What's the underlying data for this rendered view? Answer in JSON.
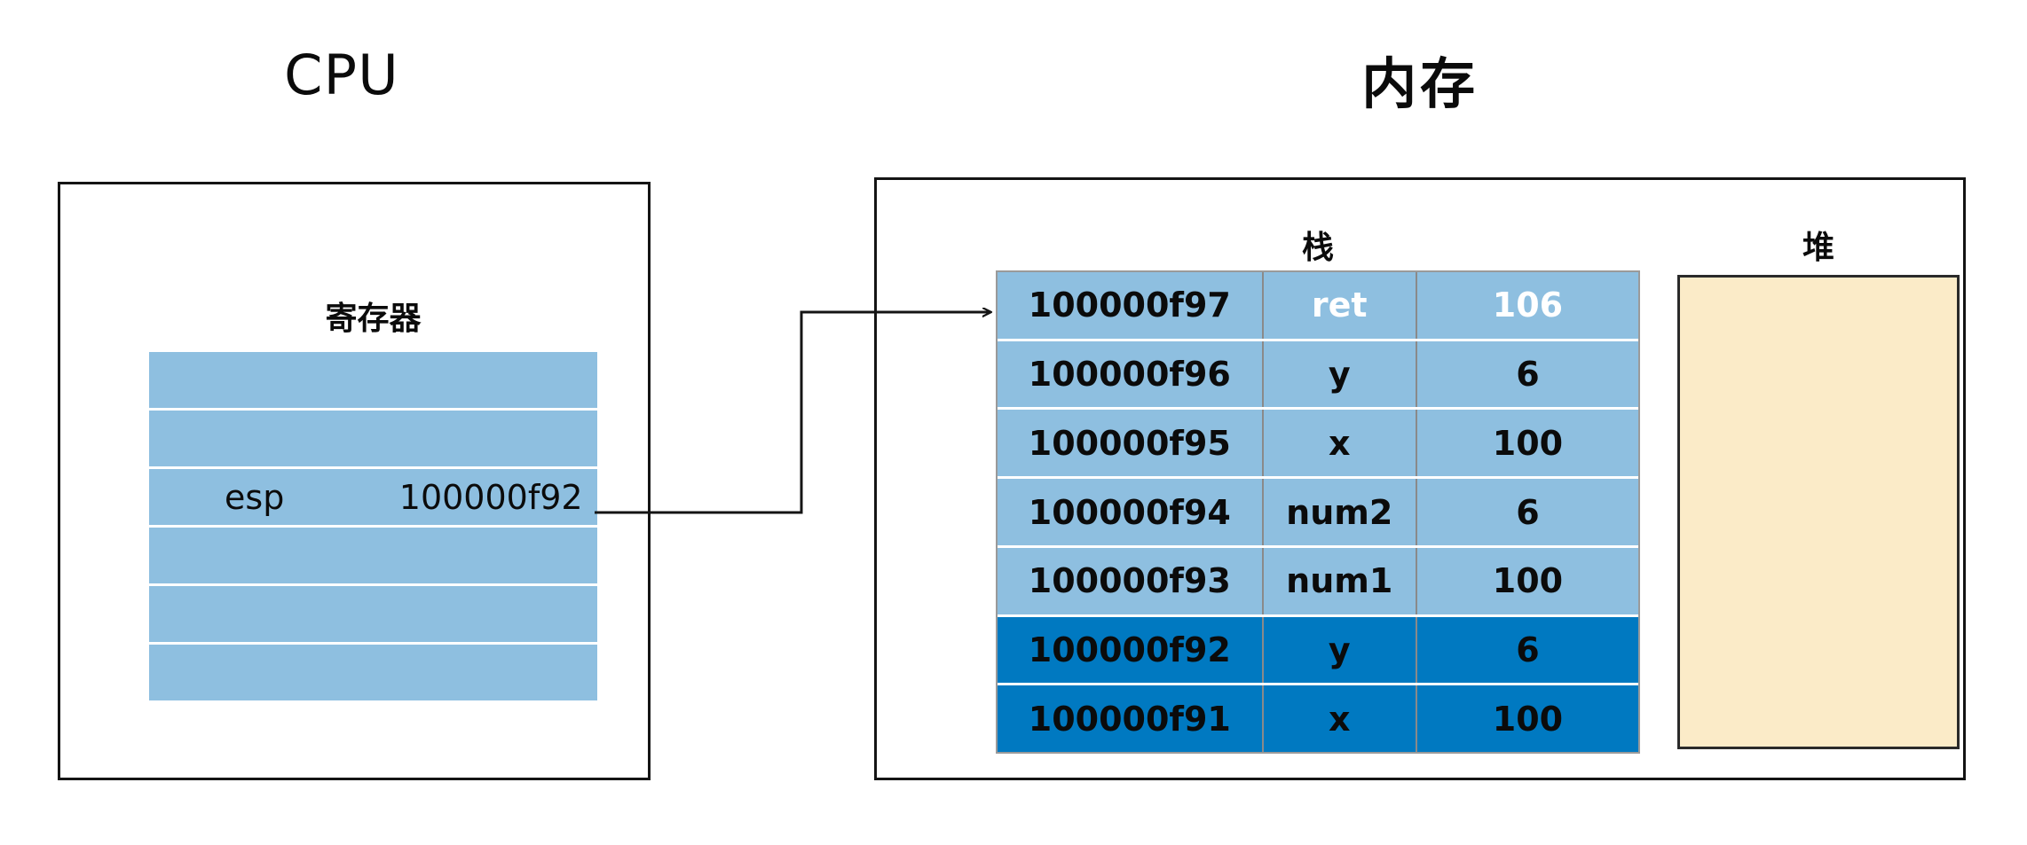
{
  "diagram": {
    "cpu": {
      "title": "CPU",
      "register_label": "寄存器",
      "register_table": {
        "row_count": 6,
        "rows": [
          {
            "name": "",
            "value": ""
          },
          {
            "name": "",
            "value": ""
          },
          {
            "name": "esp",
            "value": "100000f92"
          },
          {
            "name": "",
            "value": ""
          },
          {
            "name": "",
            "value": ""
          },
          {
            "name": "",
            "value": ""
          }
        ]
      }
    },
    "memory": {
      "title": "内存",
      "stack_label": "栈",
      "heap_label": "堆",
      "stack_table": {
        "rows": [
          {
            "address": "100000f97",
            "variable": "ret",
            "value": "106",
            "highlight": false,
            "text_style": "white"
          },
          {
            "address": "100000f96",
            "variable": "y",
            "value": "6",
            "highlight": false,
            "text_style": "black"
          },
          {
            "address": "100000f95",
            "variable": "x",
            "value": "100",
            "highlight": false,
            "text_style": "black"
          },
          {
            "address": "100000f94",
            "variable": "num2",
            "value": "6",
            "highlight": false,
            "text_style": "black"
          },
          {
            "address": "100000f93",
            "variable": "num1",
            "value": "100",
            "highlight": false,
            "text_style": "black"
          },
          {
            "address": "100000f92",
            "variable": "y",
            "value": "6",
            "highlight": true,
            "text_style": "black"
          },
          {
            "address": "100000f91",
            "variable": "x",
            "value": "100",
            "highlight": true,
            "text_style": "black"
          }
        ]
      },
      "heap_content": ""
    },
    "connector": {
      "description": "esp-points-to-100000f97",
      "from": "esp register value",
      "to": "stack top row"
    },
    "colors": {
      "light_blue": "#8ebfe0",
      "dark_blue": "#0079c1",
      "heap_cream": "#fbebc8",
      "border_black": "#141414",
      "text_black": "#0b0b0b",
      "text_white": "#ffffff",
      "grid_white": "#ffffff",
      "grid_gray": "#8a8a8a"
    }
  }
}
